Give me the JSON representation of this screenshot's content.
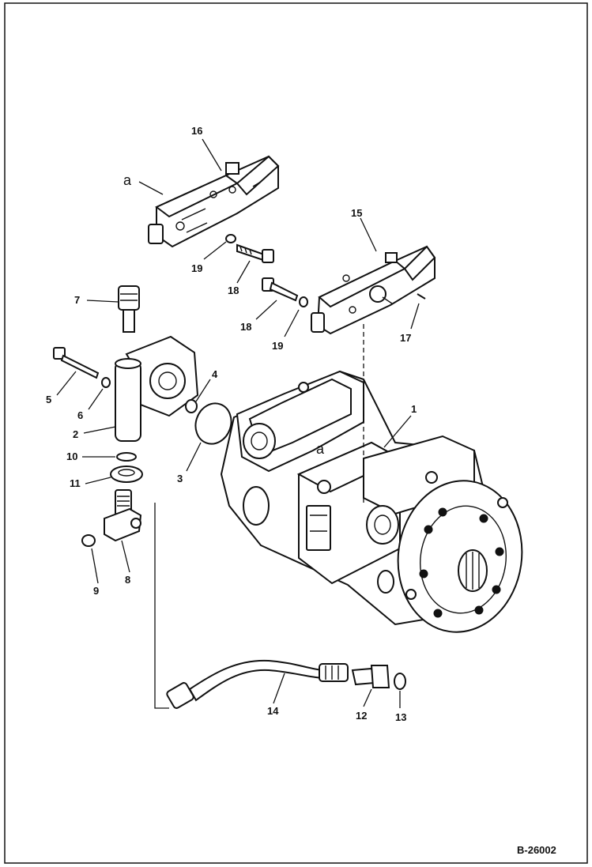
{
  "diagram": {
    "drawing_number": "B-26002",
    "callouts": {
      "p1": "1",
      "p2": "2",
      "p3": "3",
      "p4": "4",
      "p5": "5",
      "p6": "6",
      "p7": "7",
      "p8": "8",
      "p9": "9",
      "p10": "10",
      "p11": "11",
      "p12": "12",
      "p13": "13",
      "p14": "14",
      "p15": "15",
      "p16": "16",
      "p17": "17",
      "p18a": "18",
      "p18b": "18",
      "p19a": "19",
      "p19b": "19",
      "a1": "a",
      "a2": "a"
    }
  }
}
